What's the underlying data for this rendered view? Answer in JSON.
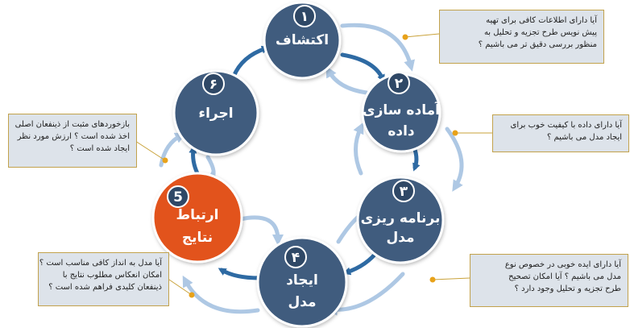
{
  "colors": {
    "node": "#405c7e",
    "node_highlight": "#e2531f",
    "badge": "#2f4866",
    "ring": "#2e6aa3",
    "light_arrow": "#aec8e4",
    "callout_line": "#c9a23a",
    "callout_dot": "#e8a21a"
  },
  "nodes": [
    {
      "id": "1",
      "number": "۱",
      "lines": [
        "اکتشاف"
      ]
    },
    {
      "id": "2",
      "number": "۲",
      "lines": [
        "آماده سازی",
        "داده"
      ]
    },
    {
      "id": "3",
      "number": "۳",
      "lines": [
        "برنامه ریزی",
        "مدل"
      ]
    },
    {
      "id": "4",
      "number": "۴",
      "lines": [
        "ایجاد",
        "مدل"
      ]
    },
    {
      "id": "5",
      "number": "5",
      "lines": [
        "ارتباط",
        "نتایج"
      ]
    },
    {
      "id": "6",
      "number": "۶",
      "lines": [
        "اجراء"
      ]
    }
  ],
  "notes": [
    {
      "id": "n1",
      "lines": [
        "آیا دارای اطلاعات کافی برای  تهیه",
        "پیش نویس طرح تجزیه و تحلیل به",
        "منظور بررسی دقیق تر می باشیم ؟"
      ]
    },
    {
      "id": "n2",
      "lines": [
        "آیا دارای داده با کیفیت خوب برای",
        "ایجاد مدل می باشیم ؟"
      ]
    },
    {
      "id": "n3",
      "lines": [
        "آیا دارای ایده خوبی در خصوص نوع",
        "مدل می باشیم ؟ آیا امکان تصحیح",
        "طرح تجزیه و تحلیل وجود دارد ؟"
      ]
    },
    {
      "id": "n4",
      "lines": [
        "آیا مدل به انداز کافی مناسب است ؟",
        "امکان انعکاس مطلوب نتایج با",
        "ذینفعان کلیدی فراهم شده است ؟"
      ]
    },
    {
      "id": "n5",
      "lines": [
        "بازخوردهای مثبت از ذینفعان اصلی",
        "اخذ شده است ؟ ارزش مورد نظر",
        "ایجاد شده است ؟"
      ]
    }
  ]
}
